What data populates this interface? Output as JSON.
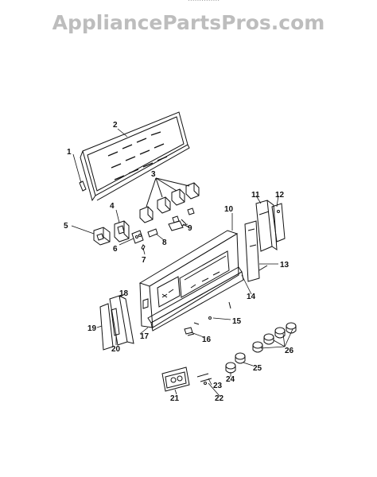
{
  "watermark": "AppliancePartsPros.com",
  "header_fragment": "..............",
  "callouts": [
    "1",
    "2",
    "3",
    "4",
    "5",
    "6",
    "7",
    "8",
    "9",
    "10",
    "11",
    "12",
    "13",
    "14",
    "15",
    "16",
    "17",
    "18",
    "19",
    "20",
    "21",
    "22",
    "23",
    "24",
    "25",
    "26"
  ],
  "stroke_color": "#111111",
  "watermark_color": "#bdbdbd"
}
